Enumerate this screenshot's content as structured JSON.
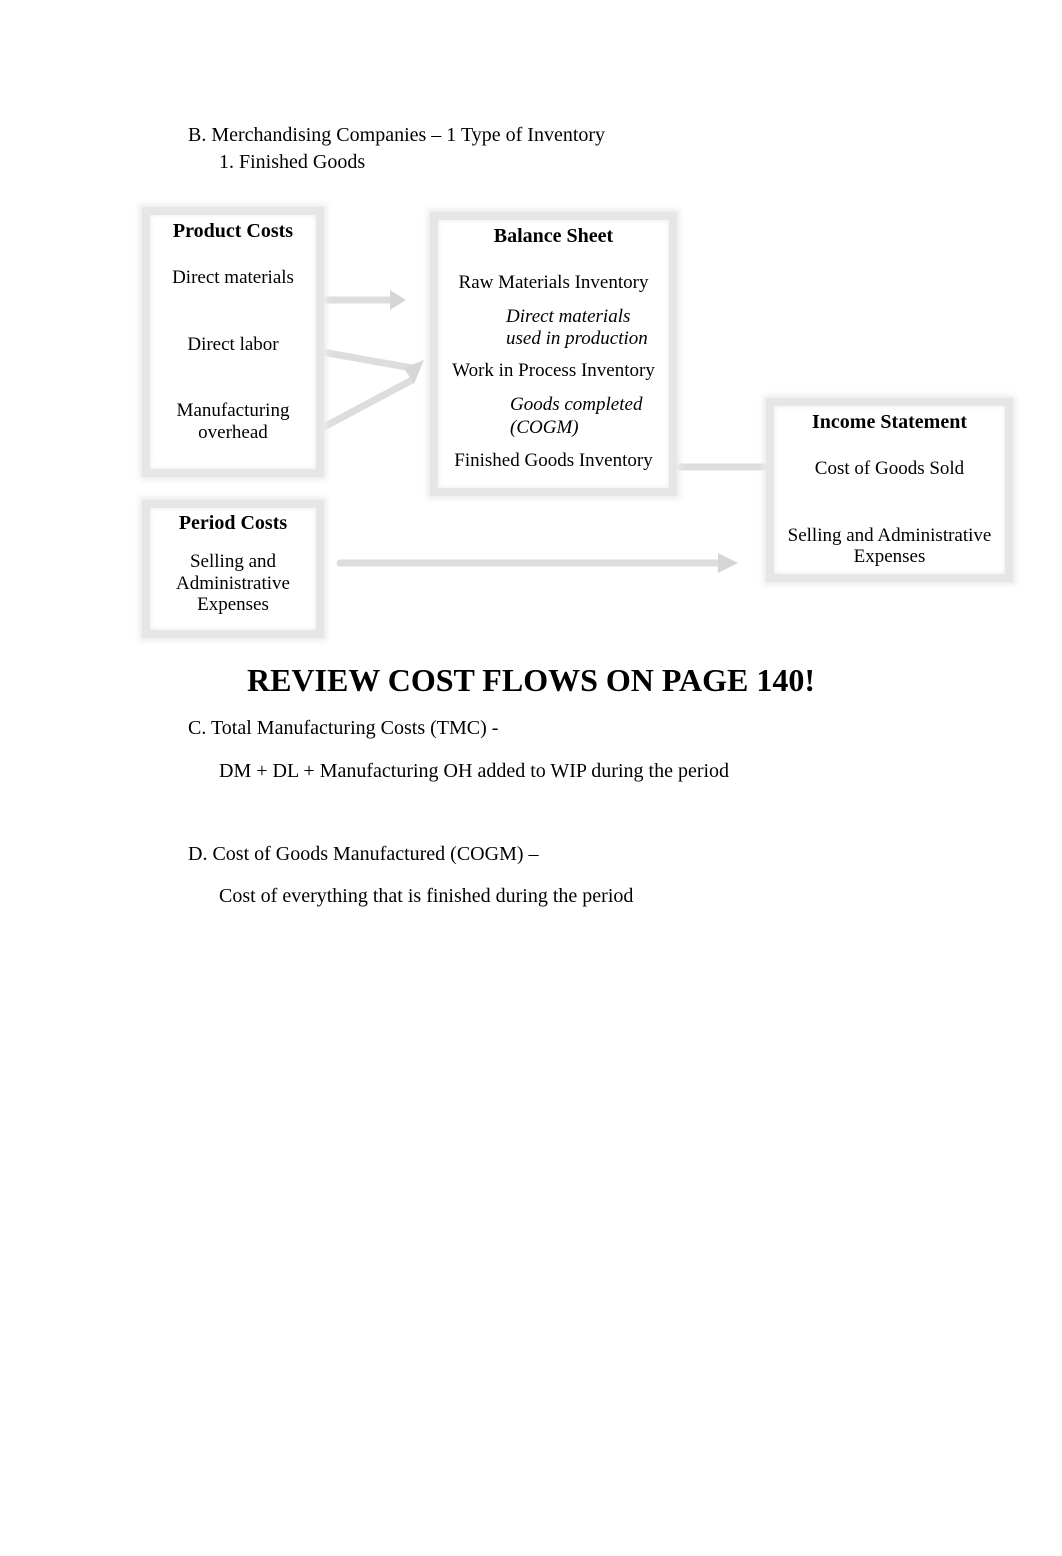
{
  "section_b": {
    "title": "B. Merchandising Companies – 1 Type of Inventory",
    "item1": "1.  Finished Goods"
  },
  "diagram": {
    "product_costs": {
      "title": "Product Costs",
      "direct_materials": "Direct materials",
      "direct_labor": "Direct labor",
      "mfg_overhead_line1": "Manufacturing",
      "mfg_overhead_line2": "overhead"
    },
    "balance_sheet": {
      "title": "Balance Sheet",
      "raw_materials": "Raw Materials Inventory",
      "dm_used_line1": "Direct materials",
      "dm_used_line2": "used in production",
      "wip": "Work in Process Inventory",
      "goods_completed_line1": "Goods completed",
      "goods_completed_line2": "(COGM)",
      "finished_goods": "Finished Goods Inventory"
    },
    "period_costs": {
      "title": "Period Costs",
      "line1": "Selling and",
      "line2": "Administrative",
      "line3": "Expenses"
    },
    "income_statement": {
      "title": "Income Statement",
      "cogs": "Cost of Goods Sold",
      "sga_line1": "Selling and Administrative",
      "sga_line2": "Expenses"
    },
    "colors": {
      "box_border": "#e6e6e6",
      "arrow": "#dddddd"
    }
  },
  "review_heading": "REVIEW COST FLOWS ON PAGE 140!",
  "section_c": {
    "title": "C. Total Manufacturing Costs (TMC) -",
    "definition": "DM + DL + Manufacturing OH added to WIP during the period"
  },
  "section_d": {
    "title": "D.  Cost of Goods Manufactured (COGM) –",
    "definition": "Cost of everything that is finished during the period"
  }
}
